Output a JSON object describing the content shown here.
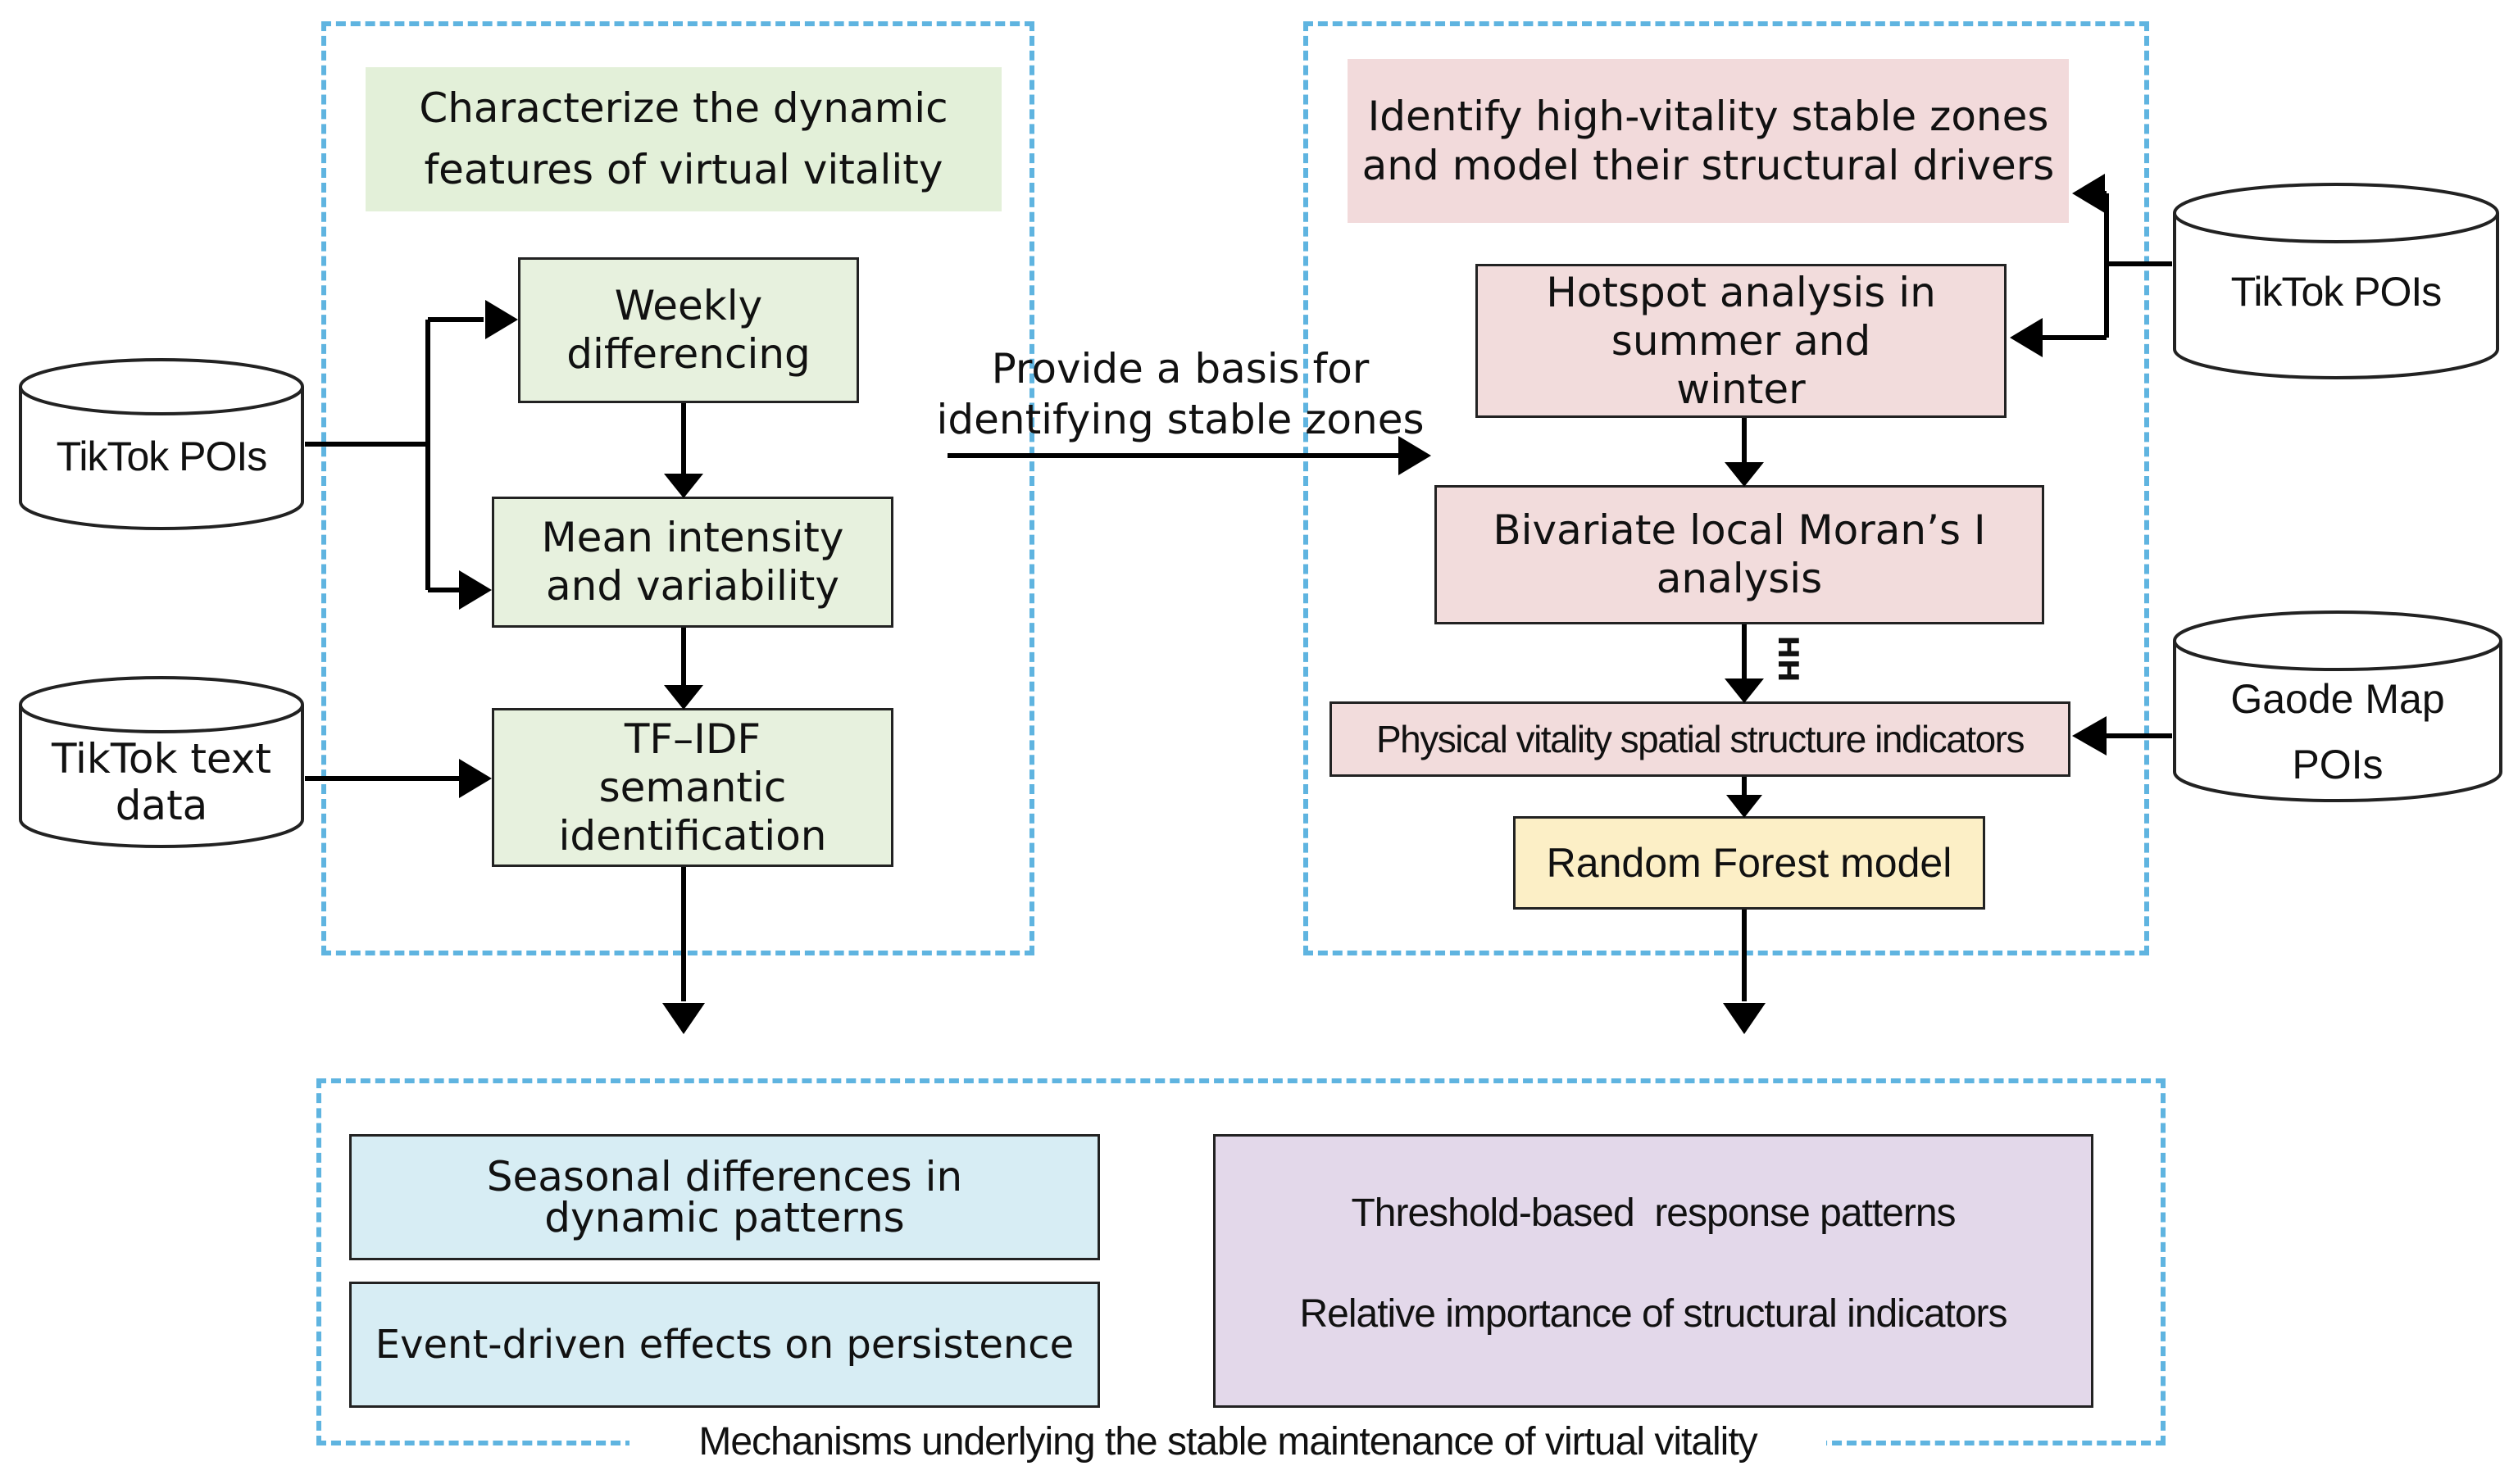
{
  "colors": {
    "frame": "#5fb4e0",
    "green": "#e7f1de",
    "green_header": "#e3f0d9",
    "pink": "#f2dcdc",
    "pink_header": "#f2dadb",
    "yellow": "#fcefc6",
    "cyan": "#d7edf4",
    "purple": "#e3d8ea",
    "line": "#000000"
  },
  "left": {
    "header": "Characterize the dynamic features of virtual vitality",
    "weekly": "Weekly differencing",
    "mean": "Mean intensity and variability",
    "tfidf": "TF–IDF semantic identification"
  },
  "right": {
    "header": "Identify high-vitality stable zones and model their structural drivers",
    "hotspot": "Hotspot analysis in summer and winter",
    "moran": "Bivariate local Moran’s I analysis",
    "hh_label": "HH",
    "physical": "Physical vitality spatial structure indicators",
    "forest": "Random Forest model"
  },
  "middle": {
    "basis_line1": "Provide a basis for",
    "basis_line2": "identifying stable zones"
  },
  "sources": {
    "tiktok_pois_left": "TikTok POIs",
    "tiktok_text": "TikTok text data",
    "tiktok_pois_right": "TikTok POIs",
    "gaode": "Gaode Map POIs"
  },
  "bottom": {
    "seasonal": "Seasonal differences in dynamic patterns",
    "event": "Event-driven effects on persistence",
    "threshold": "Threshold-based  response patterns",
    "importance": "Relative importance of structural indicators",
    "caption": "Mechanisms underlying the stable maintenance of virtual vitality"
  }
}
